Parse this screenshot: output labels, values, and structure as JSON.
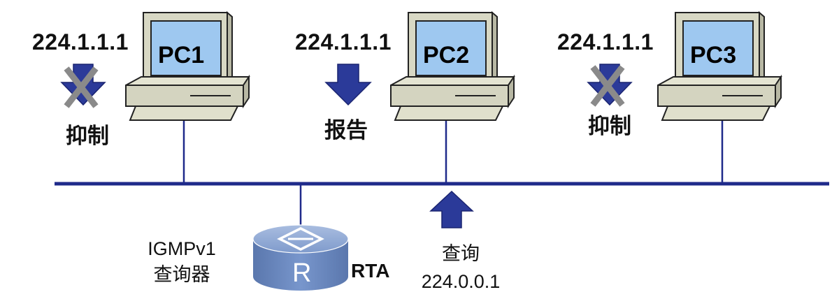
{
  "hosts": [
    {
      "name": "PC1",
      "group": "224.1.1.1",
      "action": "抑制",
      "state": "suppressed"
    },
    {
      "name": "PC2",
      "group": "224.1.1.1",
      "action": "报告",
      "state": "report"
    },
    {
      "name": "PC3",
      "group": "224.1.1.1",
      "action": "抑制",
      "state": "suppressed"
    }
  ],
  "router": {
    "name": "RTA",
    "letter": "R",
    "role_line1": "IGMPv1",
    "role_line2": "查询器"
  },
  "query": {
    "label": "查询",
    "address": "224.0.0.1"
  },
  "colors": {
    "bus_line": "#1f2a8a",
    "arrow": "#2b3a99",
    "cross": "#888888",
    "screen": "#9ec8f0",
    "case": "#dcdcc8",
    "router_body": "#6f8cc2"
  }
}
